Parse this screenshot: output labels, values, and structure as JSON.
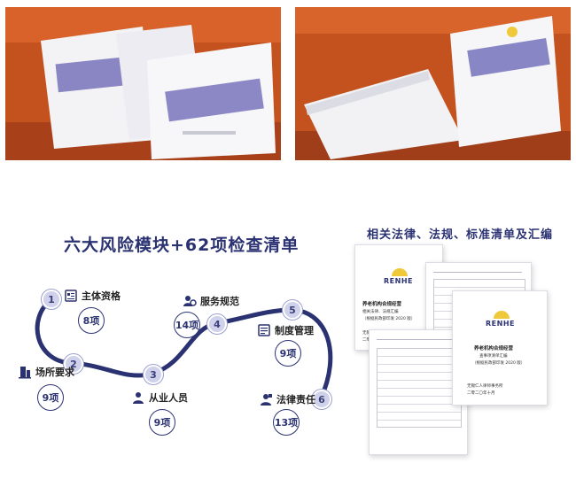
{
  "main_title": "六大风险模块+62项检查清单",
  "docs_title": "相关法律、法规、标准清单及汇编",
  "modules": [
    {
      "num": "1",
      "name": "主体资格",
      "count": "8项",
      "icon": "id-card-icon"
    },
    {
      "num": "2",
      "name": "场所要求",
      "count": "9项",
      "icon": "building-icon"
    },
    {
      "num": "3",
      "name": "从业人员",
      "count": "9项",
      "icon": "person-icon"
    },
    {
      "num": "4",
      "name": "服务规范",
      "count": "14项",
      "icon": "service-icon"
    },
    {
      "num": "5",
      "name": "制度管理",
      "count": "9项",
      "icon": "document-icon"
    },
    {
      "num": "6",
      "name": "法律责任",
      "count": "13项",
      "icon": "legal-icon"
    }
  ],
  "documents": {
    "brand": "RENHE",
    "doc1": {
      "title": "养老机构合规经营",
      "subtitle": "相关法律、法规汇编",
      "note": "（根据民政部印发 2020 版）",
      "org1": "无锡仁人律师事务所",
      "org2": "二零二〇年十月"
    },
    "doc3": {
      "title": "养老机构合规经营",
      "subtitle": "查事项清单汇编",
      "note": "（根据民政部印发 2020 版）",
      "org1": "无锡仁人律师事务所",
      "org2": "二零二〇年十月"
    }
  },
  "colors": {
    "brand": "#2b3272",
    "accent_node": "#cfd2ea",
    "sun": "#f0c93a",
    "sofa": "#c8501f"
  }
}
